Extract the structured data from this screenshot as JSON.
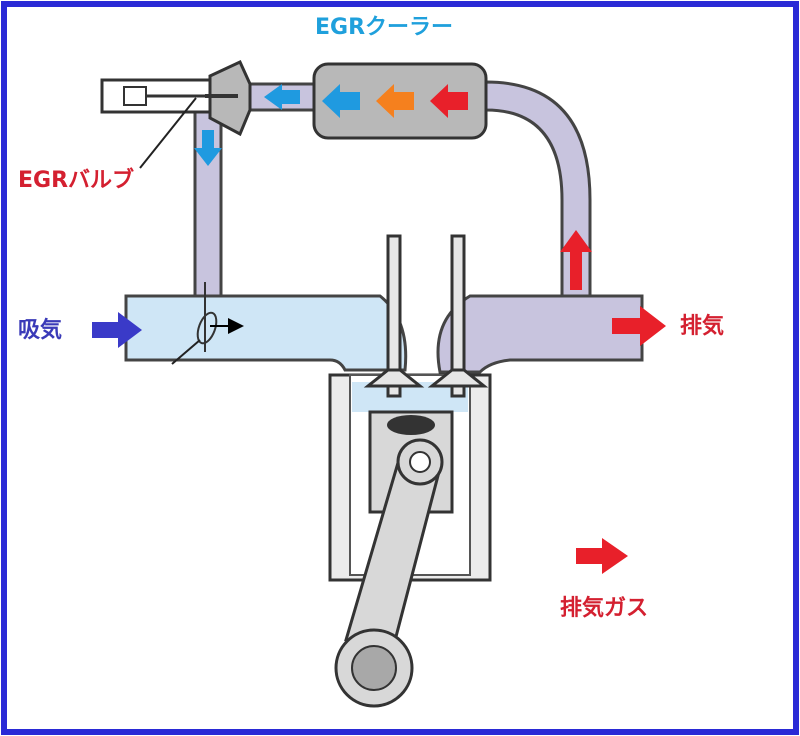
{
  "labels": {
    "egr_cooler": "EGRクーラー",
    "egr_valve": "EGRバルブ",
    "intake": "吸気",
    "exhaust": "排気",
    "exhaust_gas": "排気ガス"
  },
  "colors": {
    "border": "#2a2ad6",
    "egr_pipe": "#c8c4de",
    "intake_air": "#cfe6f6",
    "cooler_body": "#b8b8b8",
    "flow_cool": "#1f9ae0",
    "flow_mid": "#f5801e",
    "flow_hot": "#e8202a",
    "intake_arrow": "#3a3ac8",
    "label_blue": "#1fa0dc",
    "label_red": "#d42030",
    "label_navy": "#3a3ab8"
  },
  "icons": {
    "cooler_arrows": [
      "arrow-left-blue-icon",
      "arrow-left-orange-icon",
      "arrow-left-red-icon"
    ],
    "egr_arrows": [
      "arrow-left-blue-icon",
      "arrow-down-blue-icon",
      "arrow-up-red-icon"
    ],
    "intake_arrow": "arrow-right-navy-icon",
    "exhaust_arrow": "arrow-right-red-icon",
    "legend_arrow": "arrow-right-red-icon"
  }
}
